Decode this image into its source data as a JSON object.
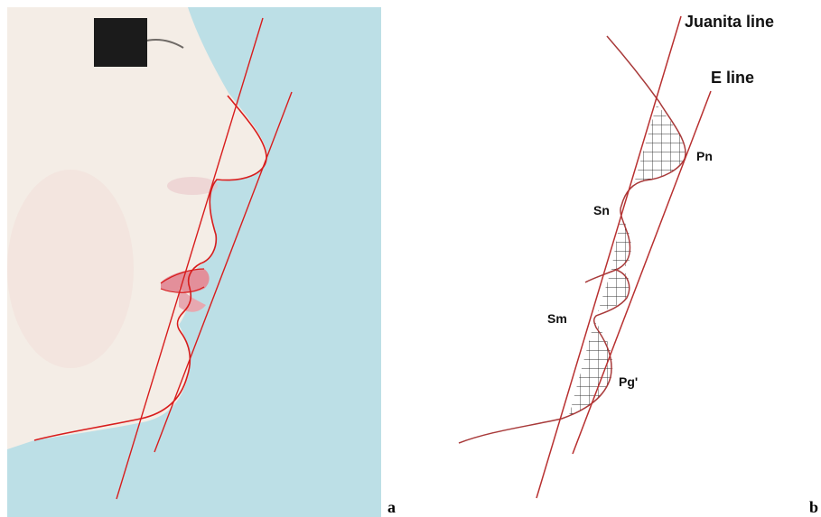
{
  "panel_a": {
    "letter": "a",
    "colors": {
      "background": "#bcdfe6",
      "skin": "#f4ede6",
      "trace": "#d81d1d",
      "censor_box": "#1b1b1b"
    }
  },
  "panel_b": {
    "letter": "b",
    "colors": {
      "background": "#ffffff",
      "profile": "#a83a3a",
      "lines": "#b83030",
      "hatch": "#333333"
    },
    "line_labels": {
      "juanita": "Juanita line",
      "e_line": "E line"
    },
    "landmarks": {
      "pn": "Pn",
      "sn": "Sn",
      "sm": "Sm",
      "pg": "Pg'"
    }
  }
}
